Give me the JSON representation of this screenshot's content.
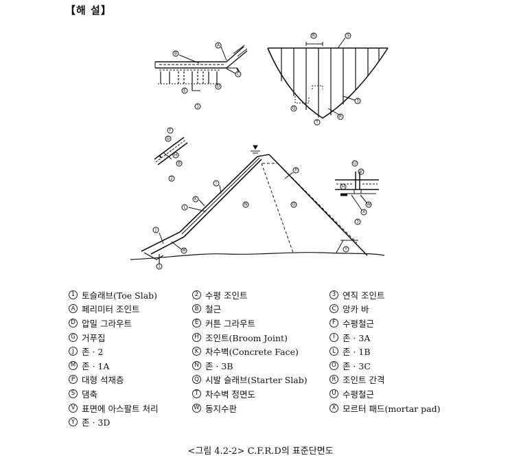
{
  "heading": "【해 설】",
  "legend": [
    {
      "sym": "1",
      "text": "토슬래브(Toe Slab)"
    },
    {
      "sym": "2",
      "text": "수평 조인트"
    },
    {
      "sym": "3",
      "text": "연직 조인트"
    },
    {
      "sym": "A",
      "text": "페리미터 조인트"
    },
    {
      "sym": "B",
      "text": "철근"
    },
    {
      "sym": "C",
      "text": "앙카 바"
    },
    {
      "sym": "D",
      "text": "압밀 그라우트"
    },
    {
      "sym": "E",
      "text": "커튼 그라우트"
    },
    {
      "sym": "F",
      "text": "수평철근"
    },
    {
      "sym": "G",
      "text": "거푸집"
    },
    {
      "sym": "H",
      "text": "조인트(Broom Joint)"
    },
    {
      "sym": "I",
      "text": "존 · 3A"
    },
    {
      "sym": "J",
      "text": "존 · 2"
    },
    {
      "sym": "K",
      "text": "차수벽(Concrete Face)"
    },
    {
      "sym": "L",
      "text": "존 · 1B"
    },
    {
      "sym": "M",
      "text": "존 · 1A"
    },
    {
      "sym": "N",
      "text": "존 · 3B"
    },
    {
      "sym": "O",
      "text": "존 · 3C"
    },
    {
      "sym": "P",
      "text": "대형 석재층"
    },
    {
      "sym": "Q",
      "text": "시발 슬래브(Starter Slab)"
    },
    {
      "sym": "R",
      "text": "조인트 간격"
    },
    {
      "sym": "S",
      "text": "댐축"
    },
    {
      "sym": "T",
      "text": "차수벽 정면도"
    },
    {
      "sym": "U",
      "text": "수평철근"
    },
    {
      "sym": "V",
      "text": "표면에 아스팔트 처리"
    },
    {
      "sym": "W",
      "text": "동지수판"
    },
    {
      "sym": "X",
      "text": "모르터 패드(mortar pad)"
    },
    {
      "sym": "Y",
      "text": "존 · 3D"
    }
  ],
  "caption": "<그림 4.2-2> C.F.R.D의 표준단면도"
}
